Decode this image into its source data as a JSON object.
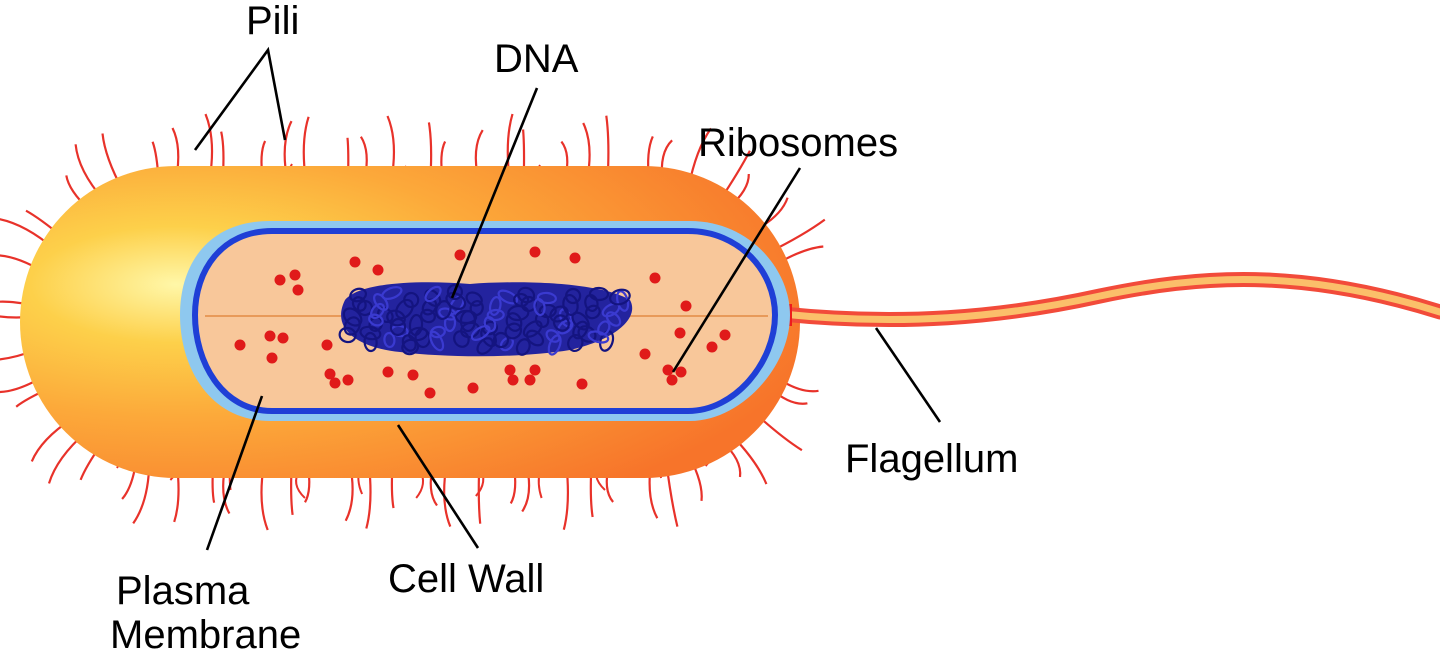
{
  "diagram": {
    "labels": {
      "pili": "Pili",
      "dna": "DNA",
      "ribosomes": "Ribosomes",
      "flagellum": "Flagellum",
      "plasma_membrane_line1": "Plasma",
      "plasma_membrane_line2": "Membrane",
      "cell_wall": "Cell Wall"
    },
    "colors": {
      "capsule_outer": "#f97a2a",
      "capsule_mid": "#fdb33a",
      "capsule_highlight": "#fff7a8",
      "pili": "#e8322a",
      "cell_wall": "#8ec8ef",
      "plasma_membrane": "#1f3fd6",
      "cytoplasm": "#f8c79a",
      "dna": "#1f1fa8",
      "ribosome": "#e01a1a",
      "flagellum_outer": "#f24b3a",
      "flagellum_inner": "#fbbf6a",
      "flagellum_base": "#ee1c1c"
    }
  }
}
